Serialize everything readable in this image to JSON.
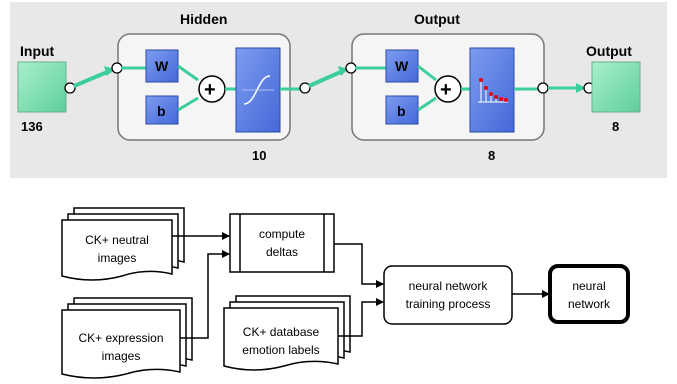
{
  "network": {
    "input": {
      "label": "Input",
      "size": "136"
    },
    "hidden": {
      "label": "Hidden",
      "size": "10",
      "weight_label": "W",
      "bias_label": "b",
      "transfer_icon": "tansig-icon"
    },
    "output_layer": {
      "label": "Output",
      "size": "8",
      "weight_label": "W",
      "bias_label": "b",
      "transfer_icon": "softmax-icon"
    },
    "output": {
      "label": "Output",
      "size": "8"
    },
    "sum_symbol": "+",
    "colors": {
      "io_box": "#7fe0b0",
      "weight_box": "#5a7fe0",
      "layer_bg": "#f2f2f2",
      "panel_bg": "#e6e6e6",
      "connector": "#3ccf9a"
    }
  },
  "flowchart": {
    "neutral_images": {
      "lines": [
        "CK+ neutral",
        "images"
      ]
    },
    "expression_images": {
      "lines": [
        "CK+ expression",
        "images"
      ]
    },
    "compute_deltas": {
      "lines": [
        "compute",
        "deltas"
      ]
    },
    "emotion_labels": {
      "lines": [
        "CK+ database",
        "emotion labels"
      ]
    },
    "training": {
      "lines": [
        "neural network",
        "training process"
      ]
    },
    "result": {
      "lines": [
        "neural",
        "network"
      ]
    }
  }
}
